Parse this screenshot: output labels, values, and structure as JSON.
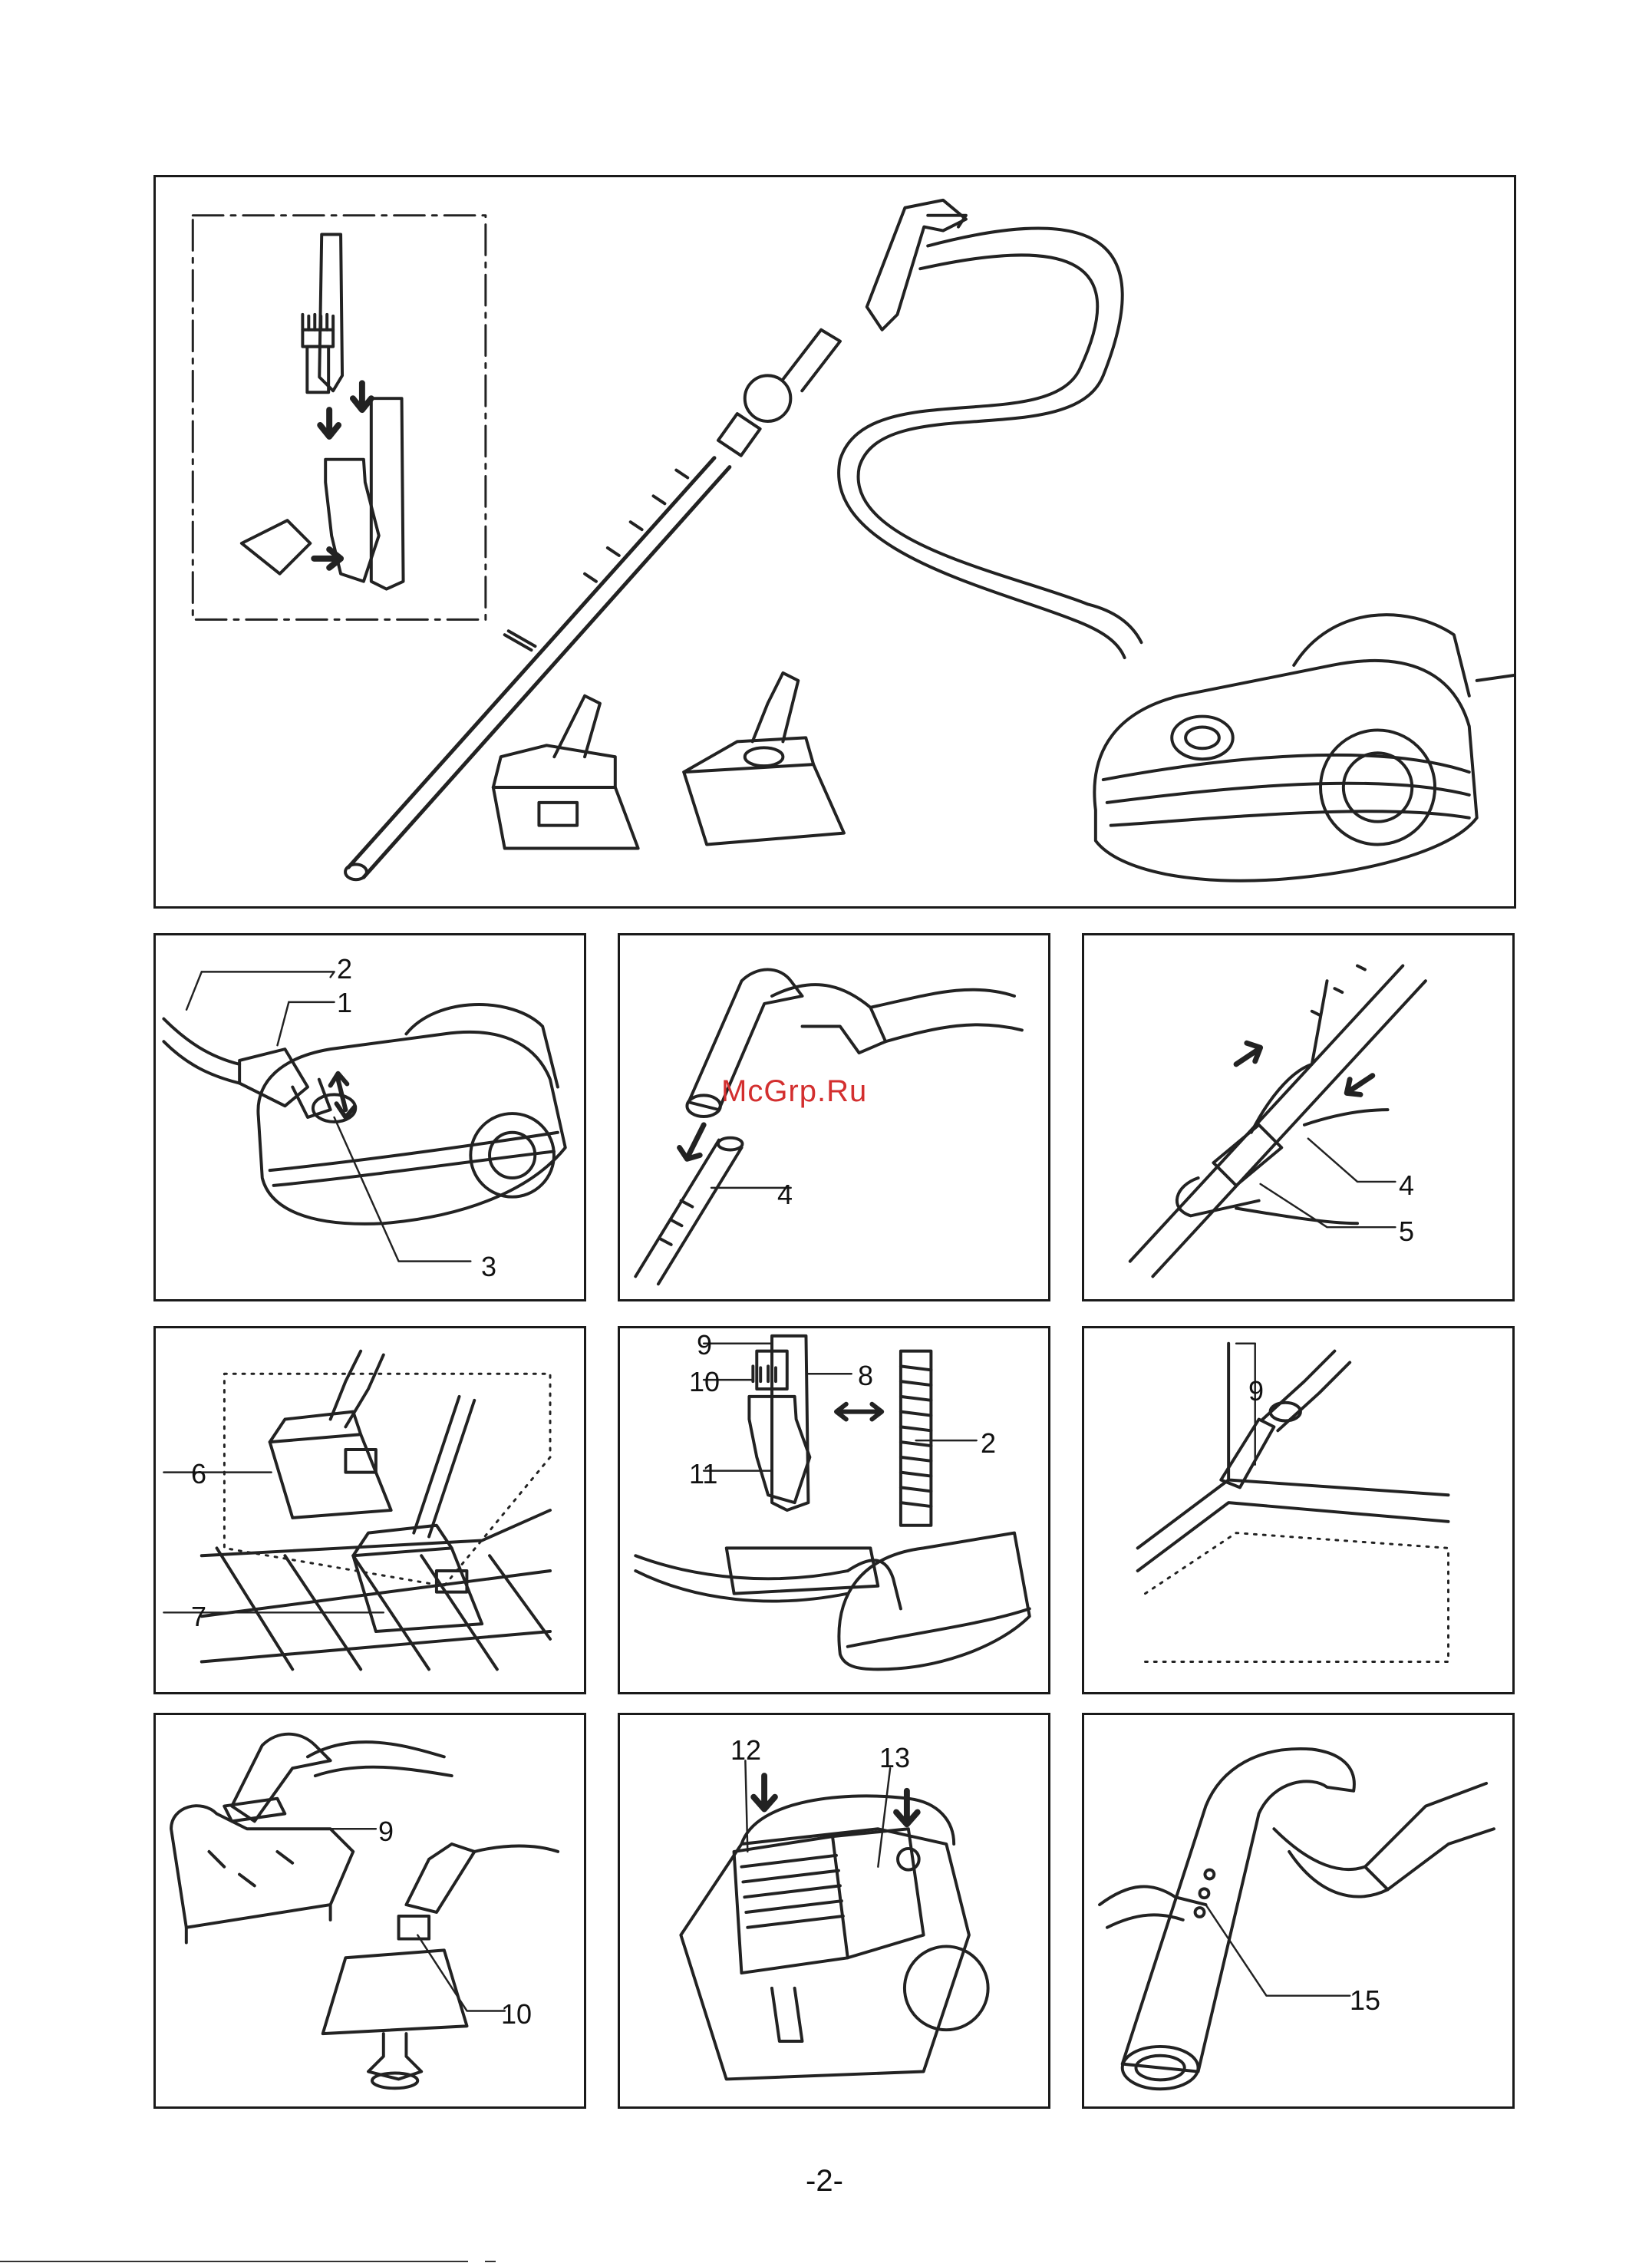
{
  "watermark": "McGrp.Ru",
  "page_number": "-2-",
  "panels": {
    "p1": {
      "labels": [
        "2",
        "1",
        "3"
      ]
    },
    "p2": {
      "labels": [
        "4"
      ]
    },
    "p3": {
      "labels": [
        "4",
        "5"
      ]
    },
    "p4": {
      "labels": [
        "6",
        "7"
      ]
    },
    "p5": {
      "labels": [
        "9",
        "10",
        "8",
        "11",
        "2"
      ]
    },
    "p6": {
      "labels": [
        "9"
      ]
    },
    "p7": {
      "labels": [
        "9",
        "10"
      ]
    },
    "p8": {
      "labels": [
        "12",
        "13"
      ]
    },
    "p9": {
      "labels": [
        "15"
      ]
    }
  }
}
